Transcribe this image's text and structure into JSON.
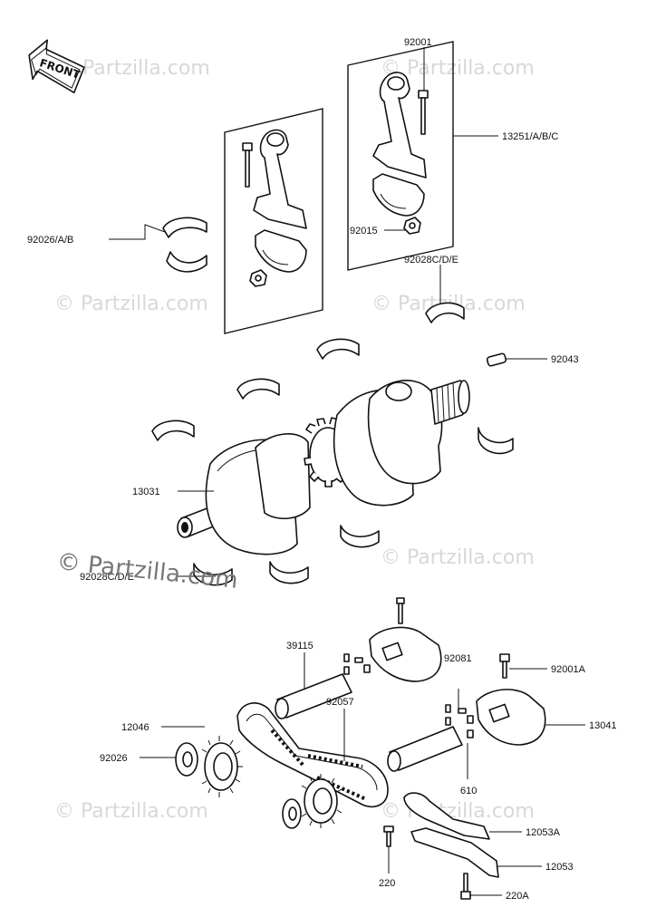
{
  "watermark": {
    "text": "© Partzilla.com",
    "overlay_text": "© Partzilla.com"
  },
  "front_arrow": {
    "label": "FRONT"
  },
  "callouts": {
    "c92001": "92001",
    "c13251": "13251/A/B/C",
    "c92026AB": "92026/A/B",
    "c92015": "92015",
    "c92028CDE_top": "92028C/D/E",
    "c92043": "92043",
    "c13031": "13031",
    "c92028CDE_bot": "92028C/D/E",
    "c39115": "39115",
    "c92081": "92081",
    "c92001A": "92001A",
    "c92057": "92057",
    "c13041": "13041",
    "c12046": "12046",
    "c92026": "92026",
    "c610": "610",
    "c12053A": "12053A",
    "c12053": "12053",
    "c220": "220",
    "c220A": "220A"
  }
}
